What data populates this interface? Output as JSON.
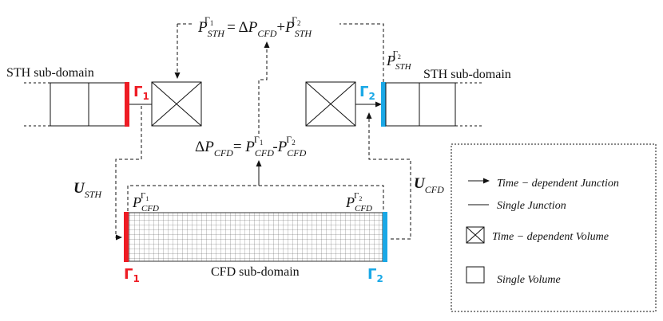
{
  "colors": {
    "gamma1": "#ee1c24",
    "gamma2": "#1aa8e6",
    "line": "#111111"
  },
  "labels": {
    "sth_left": "STH sub-domain",
    "sth_right": "STH sub-domain",
    "cfd_domain": "CFD sub-domain",
    "gamma": "Γ",
    "sub1": "1",
    "sub2": "2"
  },
  "equations": {
    "top": {
      "P": "P",
      "sub": "STH",
      "eq": " = ΔP",
      "cfd": "CFD",
      "plus": "+P"
    },
    "mid": {
      "dP": "ΔP",
      "sub": "CFD",
      "eq": "= P",
      "minus": "-P"
    }
  },
  "vars": {
    "P": "P",
    "U": "U",
    "STH": "STH",
    "CFD": "CFD"
  },
  "legend": {
    "items": [
      {
        "icon": "arrow-icon",
        "text": "Time − dependent Junction"
      },
      {
        "icon": "line-icon",
        "text": "Single Junction"
      },
      {
        "icon": "crossed-box-icon",
        "text": "Time − dependent Volume"
      },
      {
        "icon": "box-icon",
        "text": "Single Volume"
      }
    ]
  }
}
